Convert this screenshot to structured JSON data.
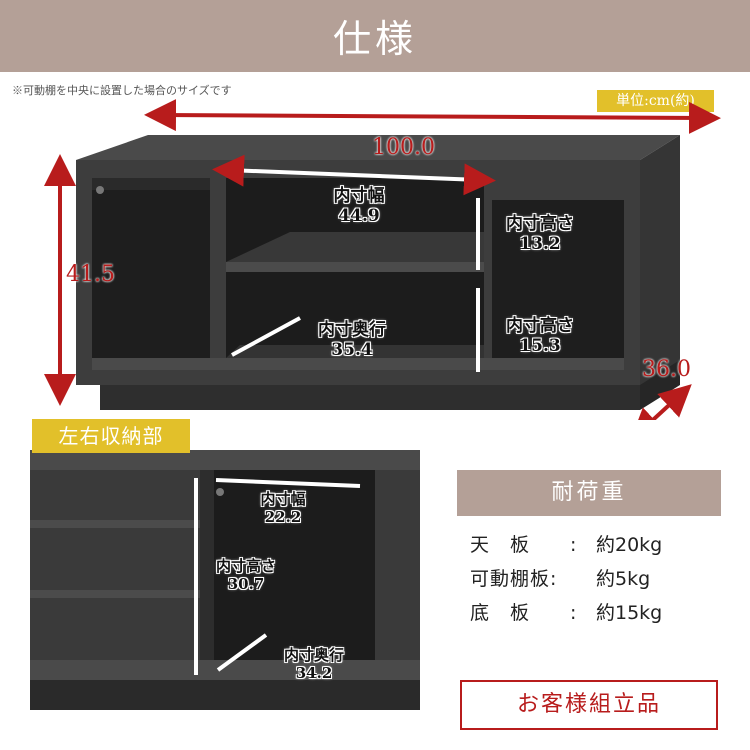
{
  "header": {
    "title": "仕様"
  },
  "note": "※可動棚を中央に設置した場合のサイズです",
  "unit": "単位:cm(約)",
  "dimensions": {
    "width": "100.0",
    "height": "41.5",
    "depth": "36.0"
  },
  "main_labels": {
    "inner_width": {
      "label": "内寸幅",
      "value": "44.9"
    },
    "inner_height_upper": {
      "label": "内寸高さ",
      "value": "13.2"
    },
    "inner_height_lower": {
      "label": "内寸高さ",
      "value": "15.3"
    },
    "inner_depth": {
      "label": "内寸奥行",
      "value": "35.4"
    }
  },
  "side_section": {
    "badge": "左右収納部",
    "inner_width": {
      "label": "内寸幅",
      "value": "22.2"
    },
    "inner_height": {
      "label": "内寸高さ",
      "value": "30.7"
    },
    "inner_depth": {
      "label": "内寸奥行",
      "value": "34.2"
    }
  },
  "load_capacity": {
    "title": "耐荷重",
    "rows": [
      {
        "label": "天　板　　:",
        "value": "約20kg"
      },
      {
        "label": "可動棚板:",
        "value": "約5kg"
      },
      {
        "label": "底　板　　:",
        "value": "約15kg"
      }
    ]
  },
  "assembly": "お客様組立品",
  "colors": {
    "header_bg": "#b4a097",
    "badge_yellow": "#e2c02a",
    "dimension_red": "#b81c1c",
    "furniture_dark": "#3e3e3e"
  }
}
